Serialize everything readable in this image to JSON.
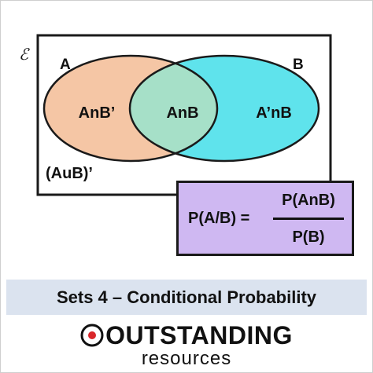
{
  "universal_symbol": "ℰ",
  "sets": {
    "a_label": "A",
    "b_label": "B"
  },
  "regions": {
    "a_only": "AnB’",
    "intersection": "AnB",
    "b_only": "A’nB",
    "outside": "(AuB)’"
  },
  "formula": {
    "lhs": "P(A/B) =",
    "numerator": "P(AnB)",
    "denominator": "P(B)"
  },
  "title": "Sets 4 – Conditional Probability",
  "brand": {
    "name": "OUTSTANDING",
    "tagline": "resources"
  },
  "colors": {
    "set_a": "#f5c6a5",
    "set_b": "#5fe3ec",
    "intersection": "#a6e0c8",
    "formula_box": "#cfb8f2",
    "title_band": "#dbe3ef",
    "logo_red": "#d9262a"
  }
}
